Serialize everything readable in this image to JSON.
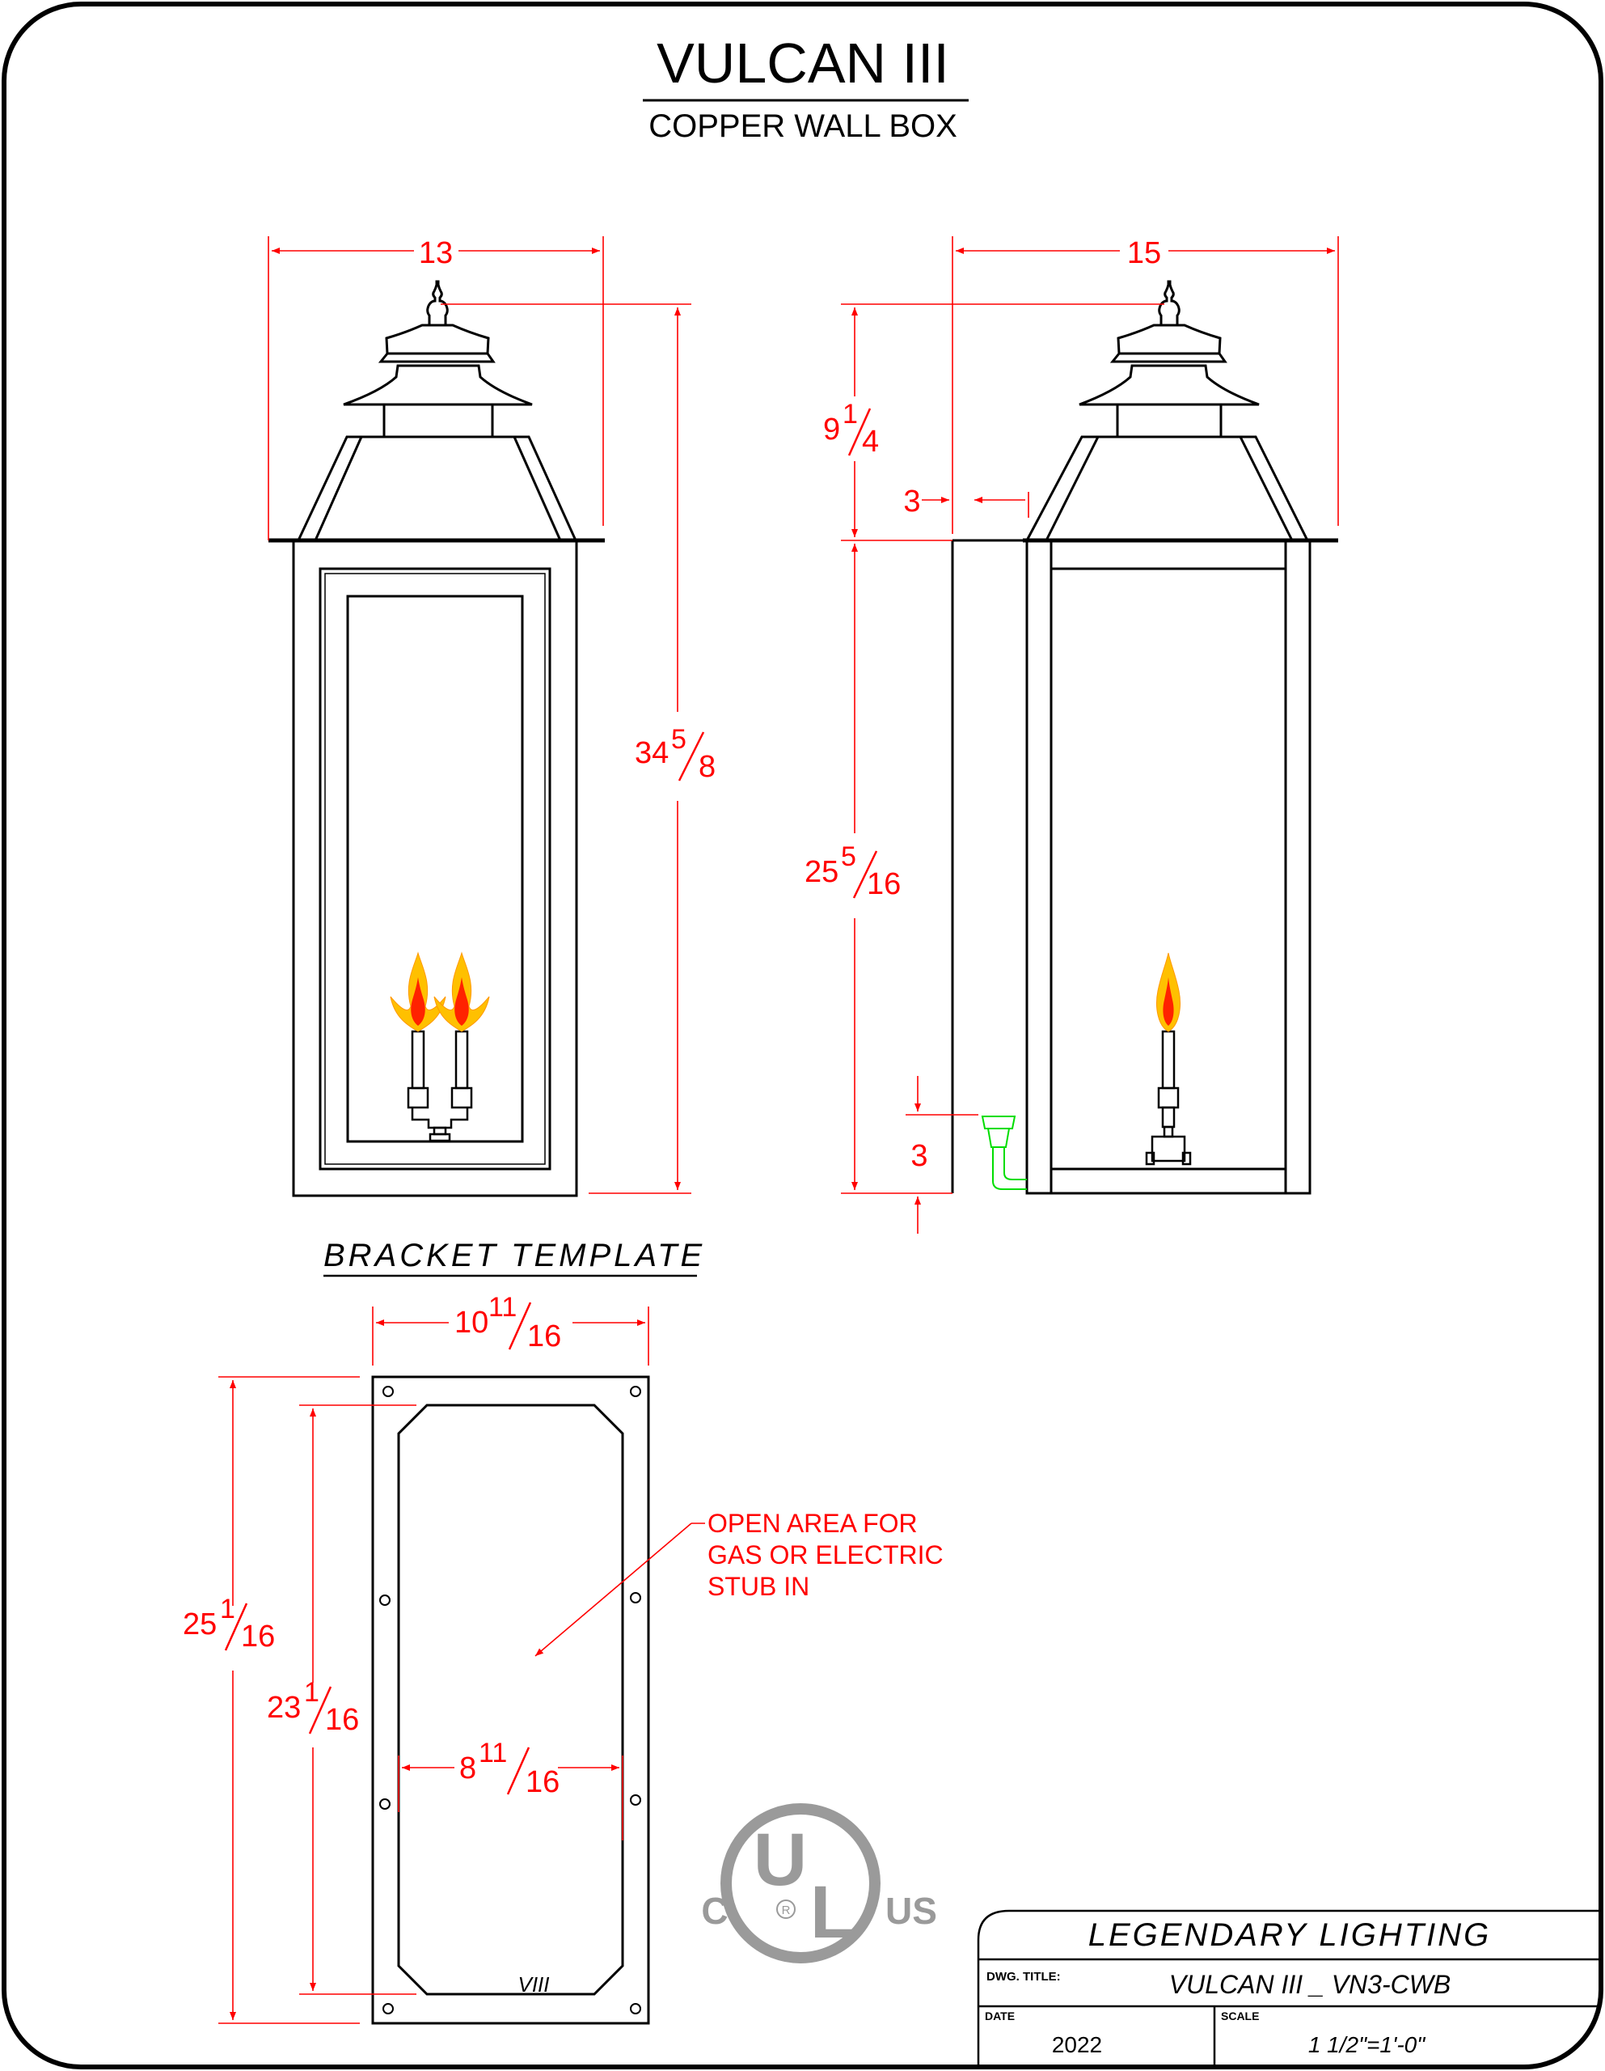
{
  "title": "VULCAN III",
  "subtitle": "COPPER WALL BOX",
  "front_view": {
    "width_dim": "13",
    "height_dim_whole": "34",
    "height_dim_num": "5",
    "height_dim_den": "8"
  },
  "side_view": {
    "depth_dim": "15",
    "top_dim_whole": "9",
    "top_dim_num": "1",
    "top_dim_den": "4",
    "offset_dim": "3",
    "body_dim_whole": "25",
    "body_dim_num": "5",
    "body_dim_den": "16",
    "stub_dim": "3"
  },
  "bracket_template": {
    "label": "BRACKET TEMPLATE",
    "width_whole": "10",
    "width_num": "11",
    "width_den": "16",
    "outer_height_whole": "25",
    "outer_height_num": "1",
    "outer_height_den": "16",
    "inner_height_whole": "23",
    "inner_height_num": "1",
    "inner_height_den": "16",
    "inner_width_whole": "8",
    "inner_width_num": "11",
    "inner_width_den": "16",
    "note_lines": [
      "OPEN AREA FOR",
      "GAS OR ELECTRIC",
      "STUB IN"
    ],
    "stamp": "VIII"
  },
  "certification": {
    "left": "C",
    "u": "U",
    "l": "L",
    "r": "R",
    "right": "US"
  },
  "title_block": {
    "company": "LEGENDARY LIGHTING",
    "dwg_title_label": "DWG. TITLE:",
    "dwg_title": "VULCAN  III  _  VN3-CWB",
    "date_label": "DATE",
    "date": "2022",
    "scale_label": "SCALE",
    "scale": "1  1/2\"=1'-0\""
  },
  "colors": {
    "dimension": "#ff0000",
    "line": "#000000",
    "gas_line": "#00dd00",
    "flame_outer": "#ffc000",
    "flame_inner": "#ff2200",
    "ul_logo": "#9a9a9a"
  }
}
